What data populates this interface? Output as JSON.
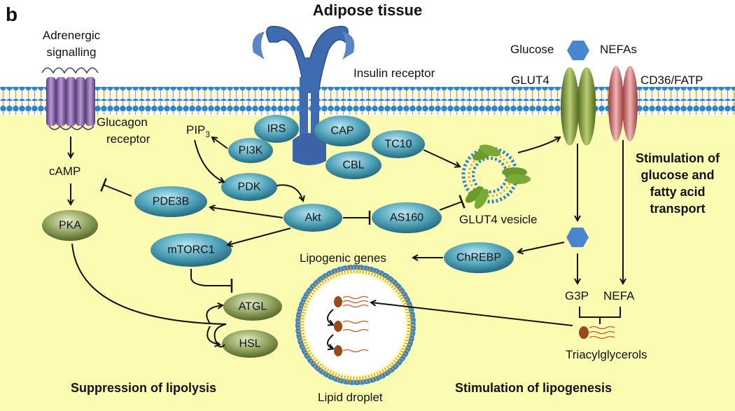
{
  "panel_letter": "b",
  "title": "Adipose tissue",
  "membrane_labels": {
    "adrenergic_1": "Adrenergic",
    "adrenergic_2": "signalling",
    "glucagon_1": "Glucagon",
    "glucagon_2": "receptor",
    "insulin_receptor": "Insulin receptor",
    "glucose": "Glucose",
    "nefas": "NEFAs",
    "glut4": "GLUT4",
    "cd36": "CD36/FATP"
  },
  "nodes": {
    "irs": "IRS",
    "cap": "CAP",
    "pi3k": "PI3K",
    "cbl": "CBL",
    "tc10": "TC10",
    "pdk": "PDK",
    "akt": "Akt",
    "as160": "AS160",
    "pde3b": "PDE3B",
    "pka": "PKA",
    "mtorc1": "mTORC1",
    "chrebp": "ChREBP",
    "atgl": "ATGL",
    "hsl": "HSL"
  },
  "labels": {
    "camp": "cAMP",
    "pip3_main": "PIP",
    "pip3_sub": "3",
    "glut4_vesicle": "GLUT4 vesicle",
    "lipogenic_genes": "Lipogenic genes",
    "g3p": "G3P",
    "nefa": "NEFA",
    "triacylglycerols": "Triacylglycerols",
    "lipid_droplet": "Lipid droplet"
  },
  "section_titles": {
    "transport_1": "Stimulation of",
    "transport_2": "glucose and",
    "transport_3": "fatty acid",
    "transport_4": "transport",
    "lipolysis": "Suppression of lipolysis",
    "lipogenesis": "Stimulation of lipogenesis"
  },
  "colors": {
    "cytoplasm": "#fbfbb2",
    "lipid_head": "#2f8fd8",
    "lipid_tail": "#f0a020",
    "teal_node": "#4a9ab0",
    "olive_node": "#7c8f48",
    "insulin_receptor": "#3f6bb0",
    "glut4": "#7e9a3c",
    "cd36": "#c86a6a",
    "gpcr": "#7a5b9a",
    "glucose_hex": "#4a86d0"
  }
}
